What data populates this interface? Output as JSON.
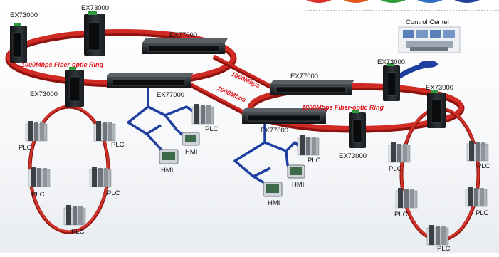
{
  "colors": {
    "ring": "#c8231e",
    "ring_dark": "#8f120e",
    "fiber_text": "#e0141a",
    "link_blue": "#1f3fa0",
    "device_dark": "#1e2226",
    "accent_dots": [
      "#d9302b",
      "#e0571e",
      "#2d9a3c",
      "#2a6fc0",
      "#233f9a"
    ]
  },
  "icons": [
    "switch-icon",
    "din-rail-switch-icon",
    "plc-icon",
    "hmi-icon",
    "control-center-icon"
  ],
  "labels": {
    "ex73000": "EX73000",
    "ex77000": "EX77000",
    "plc": "PLC",
    "hmi": "HMI",
    "control_center": "Control Center",
    "fiber_ring": "1000Mbps Fiber-optic Ring",
    "link_speed": "1000Mbps"
  }
}
